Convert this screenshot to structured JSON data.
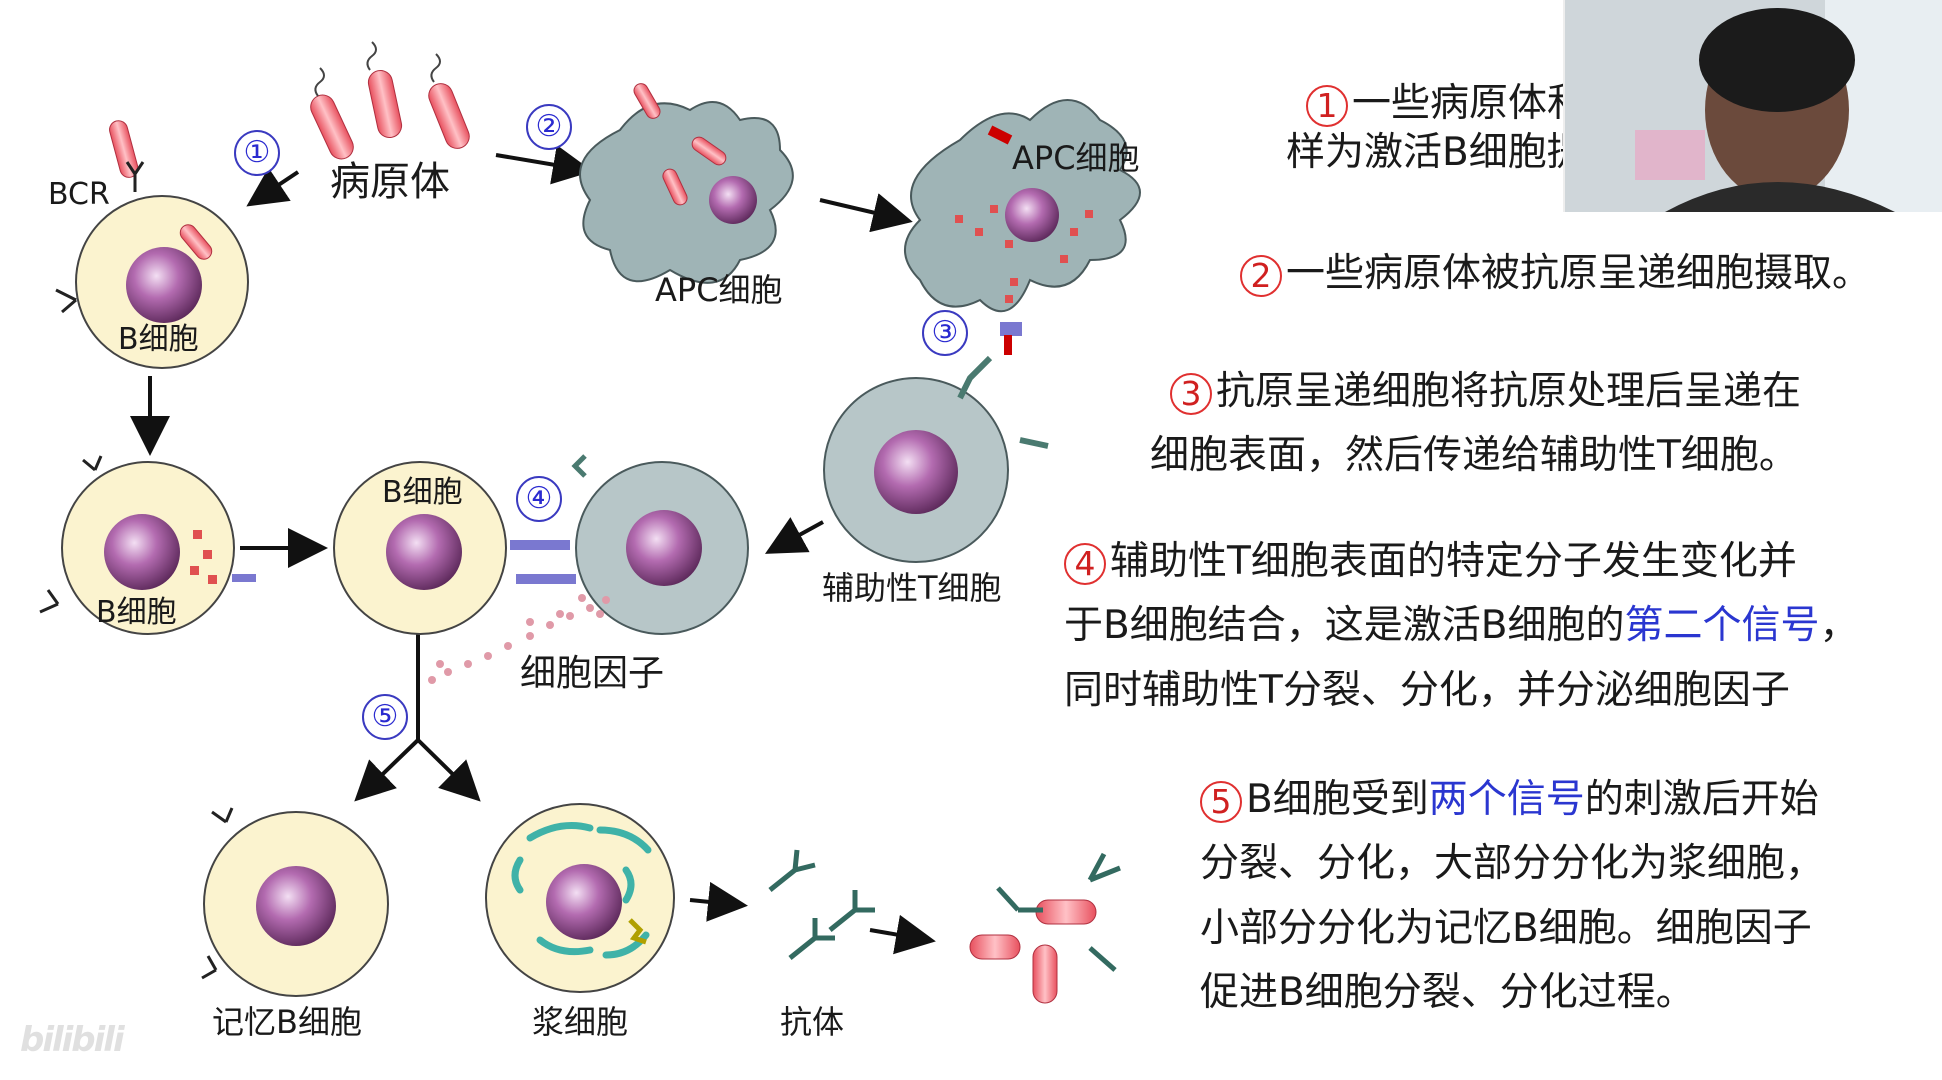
{
  "diagram": {
    "labels": {
      "pathogen": "病原体",
      "bcr": "BCR",
      "b_cell_1": "B细胞",
      "b_cell_2": "B细胞",
      "b_cell_3": "B细胞",
      "apc_cell_1": "APC细胞",
      "apc_cell_2": "APC细胞",
      "helper_t_cell": "辅助性T细胞",
      "cytokine": "细胞因子",
      "memory_b_cell": "记忆B细胞",
      "plasma_cell": "浆细胞",
      "antibody": "抗体"
    },
    "step_numbers": [
      "①",
      "②",
      "③",
      "④",
      "⑤"
    ]
  },
  "notes": {
    "n1": {
      "num": "1",
      "line1": "一些病原体和",
      "line2": "样为激活B细胞提"
    },
    "n2": {
      "num": "2",
      "line1": "一些病原体被抗原呈递细胞摄取。"
    },
    "n3": {
      "num": "3",
      "line1": "抗原呈递细胞将抗原处理后呈递在",
      "line2": "细胞表面，然后传递给辅助性T细胞。"
    },
    "n4": {
      "num": "4",
      "line1": "辅助性T细胞表面的特定分子发生变化并",
      "line2_a": "于B细胞结合，这是激活B细胞的",
      "line2_hl": "第二个信号",
      "line2_b": "，",
      "line3": "同时辅助性T分裂、分化，并分泌细胞因子"
    },
    "n5": {
      "num": "5",
      "line1_a": "B细胞受到",
      "line1_hl": "两个信号",
      "line1_b": "的刺激后开始",
      "line2": "分裂、分化，大部分分化为浆细胞，",
      "line3": "小部分分化为记忆B细胞。细胞因子",
      "line4": "促进B细胞分裂、分化过程。"
    }
  },
  "watermark": "bilibili",
  "colors": {
    "accent": "#2a36d0",
    "note_number": "#d02020",
    "cell_fill": "#fbf3cf",
    "nucleus": "#9a4f96",
    "apc_fill": "#9fb4b6",
    "pathogen": "#f07d86"
  }
}
